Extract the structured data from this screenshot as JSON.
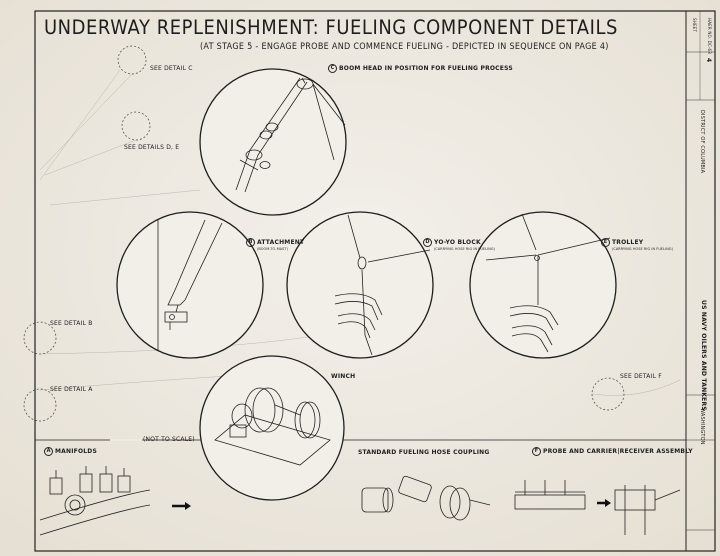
{
  "title": "UNDERWAY REPLENISHMENT: FUELING COMPONENT DETAILS",
  "subtitle": "(AT STAGE 5 - ENGAGE PROBE AND COMMENCE FUELING - DEPICTED IN SEQUENCE ON PAGE 4)",
  "refs": {
    "detail_c": "SEE DETAIL C",
    "details_de": "SEE DETAILS D, E",
    "detail_b": "SEE DETAIL B",
    "detail_a": "SEE DETAIL A",
    "detail_f": "SEE DETAIL F"
  },
  "details": {
    "c": {
      "letter": "C",
      "label": "BOOM HEAD IN POSITION FOR FUELING PROCESS"
    },
    "b": {
      "letter": "B",
      "label": "ATTACHMENT",
      "sub": "(BOOM-TO-MAST)"
    },
    "d": {
      "letter": "D",
      "label": "YO-YO BLOCK",
      "sub": "(CARRYING HOSE RIG IN FUELING)"
    },
    "e": {
      "letter": "E",
      "label": "TROLLEY",
      "sub": "(CARRYING HOSE RIG IN FUELING)"
    },
    "winch": {
      "label": "WINCH"
    },
    "a": {
      "letter": "A",
      "label": "MANIFOLDS"
    },
    "scale": "(NOT TO SCALE)",
    "coupling": {
      "label": "STANDARD FUELING HOSE COUPLING"
    },
    "f": {
      "letter": "F",
      "label": "PROBE AND CARRIER|RECEIVER ASSEMBLY"
    }
  },
  "title_block": {
    "project": "US NAVY OILERS AND TANKERS",
    "location": "WASHINGTON",
    "district": "DISTRICT OF COLUMBIA",
    "sheet": "4",
    "small_1": "SHEET",
    "small_2": "HAER NO. DC-63"
  },
  "colors": {
    "paper": "#efebe3",
    "ink": "#1e1e1e"
  }
}
